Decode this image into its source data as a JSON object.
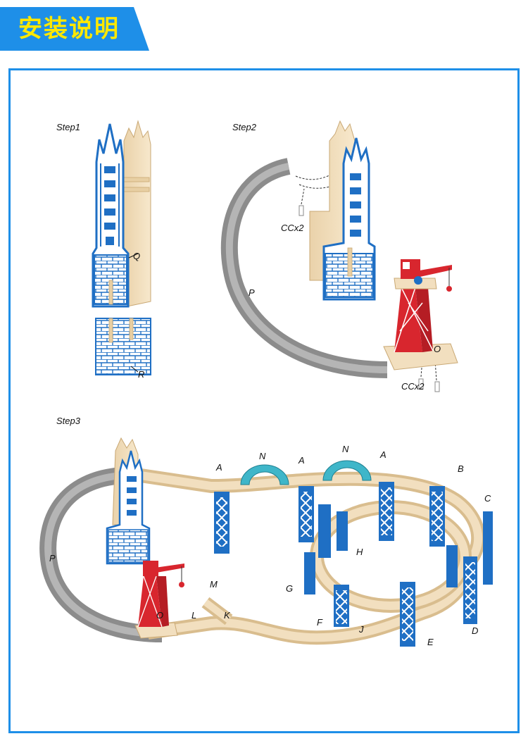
{
  "header": {
    "title": "安装说明"
  },
  "colors": {
    "accent": "#1e8fe8",
    "title_text": "#ffe800",
    "tower_blue": "#1f6fc4",
    "wood": "#f2dfbf",
    "track_grey": "#8c8c8c",
    "crane_red": "#d8262e",
    "arch_teal": "#3fb6c9"
  },
  "steps": [
    {
      "label": "Step1",
      "parts": [
        "Q",
        "R"
      ]
    },
    {
      "label": "Step2",
      "parts": [
        "CCx2",
        "P",
        "O",
        "CCx2"
      ]
    },
    {
      "label": "Step3",
      "parts": [
        "A",
        "N",
        "A",
        "N",
        "A",
        "B",
        "C",
        "H",
        "G",
        "P",
        "M",
        "O",
        "L",
        "K",
        "F",
        "J",
        "E",
        "D"
      ]
    }
  ]
}
